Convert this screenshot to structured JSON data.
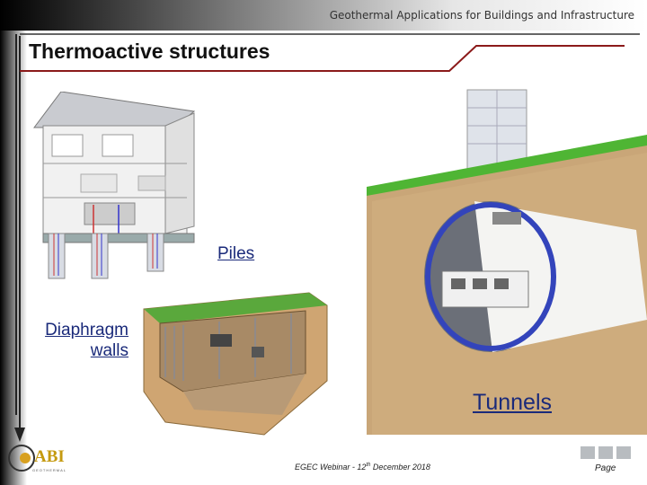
{
  "header": {
    "subtitle": "Geothermal Applications for Buildings and Infrastructure"
  },
  "slide": {
    "title": "Thermoactive structures"
  },
  "labels": {
    "piles": "Piles",
    "diaphragm_line1": "Diaphragm",
    "diaphragm_line2": "walls",
    "tunnels": "Tunnels"
  },
  "footer": {
    "event_prefix": "EGEC Webinar - 12",
    "event_sup": "th",
    "event_suffix": " December 2018",
    "page_label": "Page"
  },
  "logo": {
    "name": "ABI",
    "initial": "G",
    "subtitle": "GEOTHERMAL"
  },
  "colors": {
    "accent": "#8b1a1a",
    "label_blue": "#1a2a7a",
    "grass": "#5aa83c",
    "soil": "#c9a678"
  }
}
